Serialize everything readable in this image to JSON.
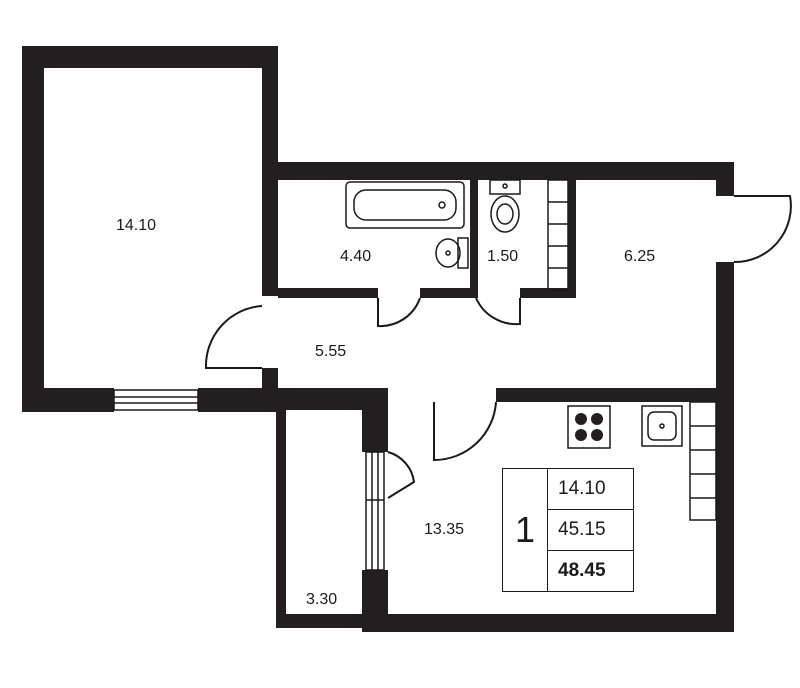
{
  "rooms": {
    "living_room": "14.10",
    "bathroom": "4.40",
    "toilet": "1.50",
    "hall": "6.25",
    "corridor": "5.55",
    "kitchen": "13.35",
    "balcony": "3.30"
  },
  "summary": {
    "rooms_count": "1",
    "living_area": "14.10",
    "total_area": "45.15",
    "total_area_with_balcony": "48.45"
  },
  "colors": {
    "wall": "#231f20",
    "line": "#1a1a1a",
    "background": "#ffffff"
  }
}
